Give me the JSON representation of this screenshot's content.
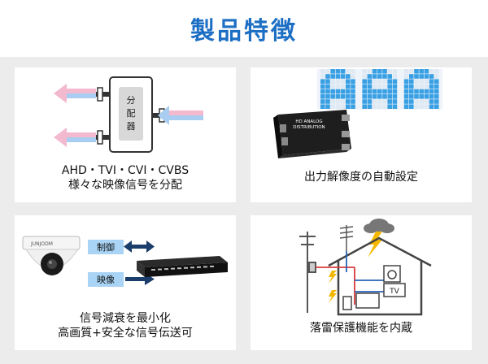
{
  "header": {
    "title": "製品特徴"
  },
  "features": [
    {
      "caption_lines": [
        "AHD・TVI・CVI・CVBS",
        "様々な映像信号を分配"
      ],
      "device_label": "分配器"
    },
    {
      "caption_lines": [
        "出力解像度の自動設定"
      ],
      "device_text": [
        "HD ANALOG",
        "DISTRIBUTION"
      ],
      "pixel_text": "AAA"
    },
    {
      "caption_lines": [
        "信号減衰を最小化",
        "高画質+安全な信号伝送可"
      ],
      "tags": [
        "制御",
        "映像"
      ],
      "camera_brand": "JUNJODM"
    },
    {
      "caption_lines": [
        "落雷保護機能を内蔵"
      ],
      "tv_label": "TV"
    }
  ],
  "colors": {
    "title": "#1d6fc4",
    "panel_bg": "#ececec",
    "arrow_pink": "#f2b9cf",
    "arrow_blue": "#a9cdf0",
    "pixel_blue": "#3aa0e4",
    "tag_blue": "#a9d4f5"
  }
}
